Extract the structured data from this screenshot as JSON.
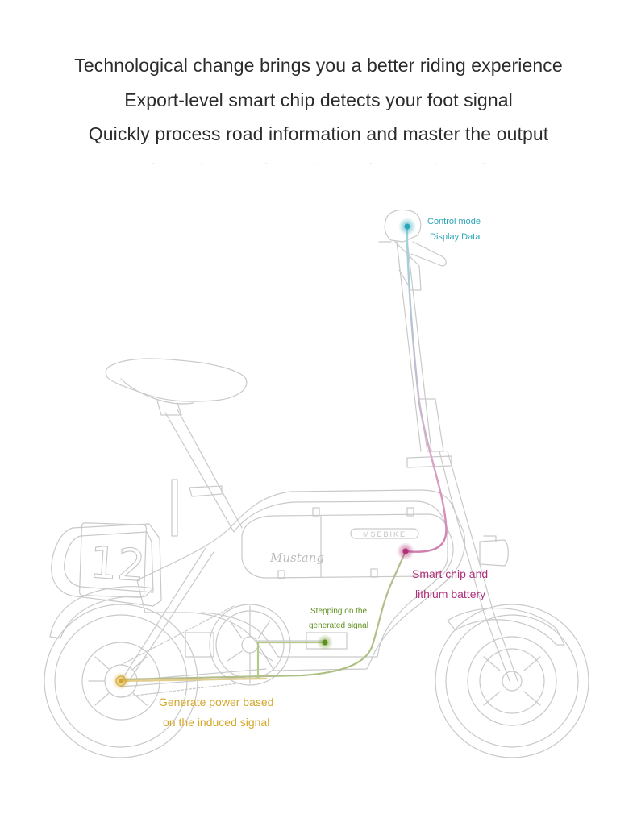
{
  "headlines": [
    "Technological change brings you a better riding experience",
    "Export-level smart chip detects your foot signal",
    "Quickly process road information and master the output"
  ],
  "callouts": {
    "control": {
      "line1": "Control mode",
      "line2": "Display Data",
      "color": "#2ba5b8"
    },
    "battery": {
      "line1": "Smart chip and",
      "line2": "lithium battery",
      "color": "#b0307a"
    },
    "stepping": {
      "line1": "Stepping on the",
      "line2": "generated signal",
      "color": "#5e8f1e"
    },
    "power": {
      "line1": "Generate power based",
      "line2": "on the induced signal",
      "color": "#d4a72c"
    }
  },
  "bike": {
    "plate_number": "12",
    "battery_brand": "Mustang",
    "frame_logo": "MSEBIKE"
  }
}
